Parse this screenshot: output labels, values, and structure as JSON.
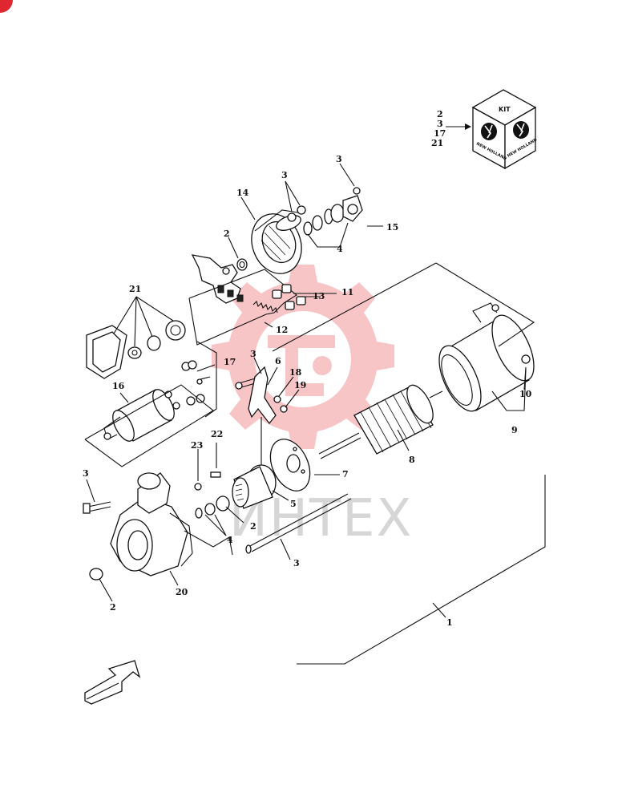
{
  "diagram": {
    "callouts": {
      "n1": "1",
      "n2a": "2",
      "n2b": "2",
      "n2c": "2",
      "n3a": "3",
      "n3b": "3",
      "n3c": "3",
      "n3d": "3",
      "n3e": "3",
      "n4a": "4",
      "n4b": "4",
      "n5": "5",
      "n6": "6",
      "n7": "7",
      "n8": "8",
      "n9": "9",
      "n10": "10",
      "n11": "11",
      "n12": "12",
      "n13": "13",
      "n14": "14",
      "n15": "15",
      "n16": "16",
      "n17": "17",
      "n18": "18",
      "n19": "19",
      "n20": "20",
      "n21": "21",
      "n22": "22",
      "n23": "23"
    },
    "kit_list": [
      "2",
      "3",
      "17",
      "21"
    ],
    "kit_box": {
      "label": "KIT",
      "brand": "NEW HOLLAND"
    },
    "watermark": {
      "text": "ИНТЕХ",
      "color": "#e8333a"
    }
  }
}
